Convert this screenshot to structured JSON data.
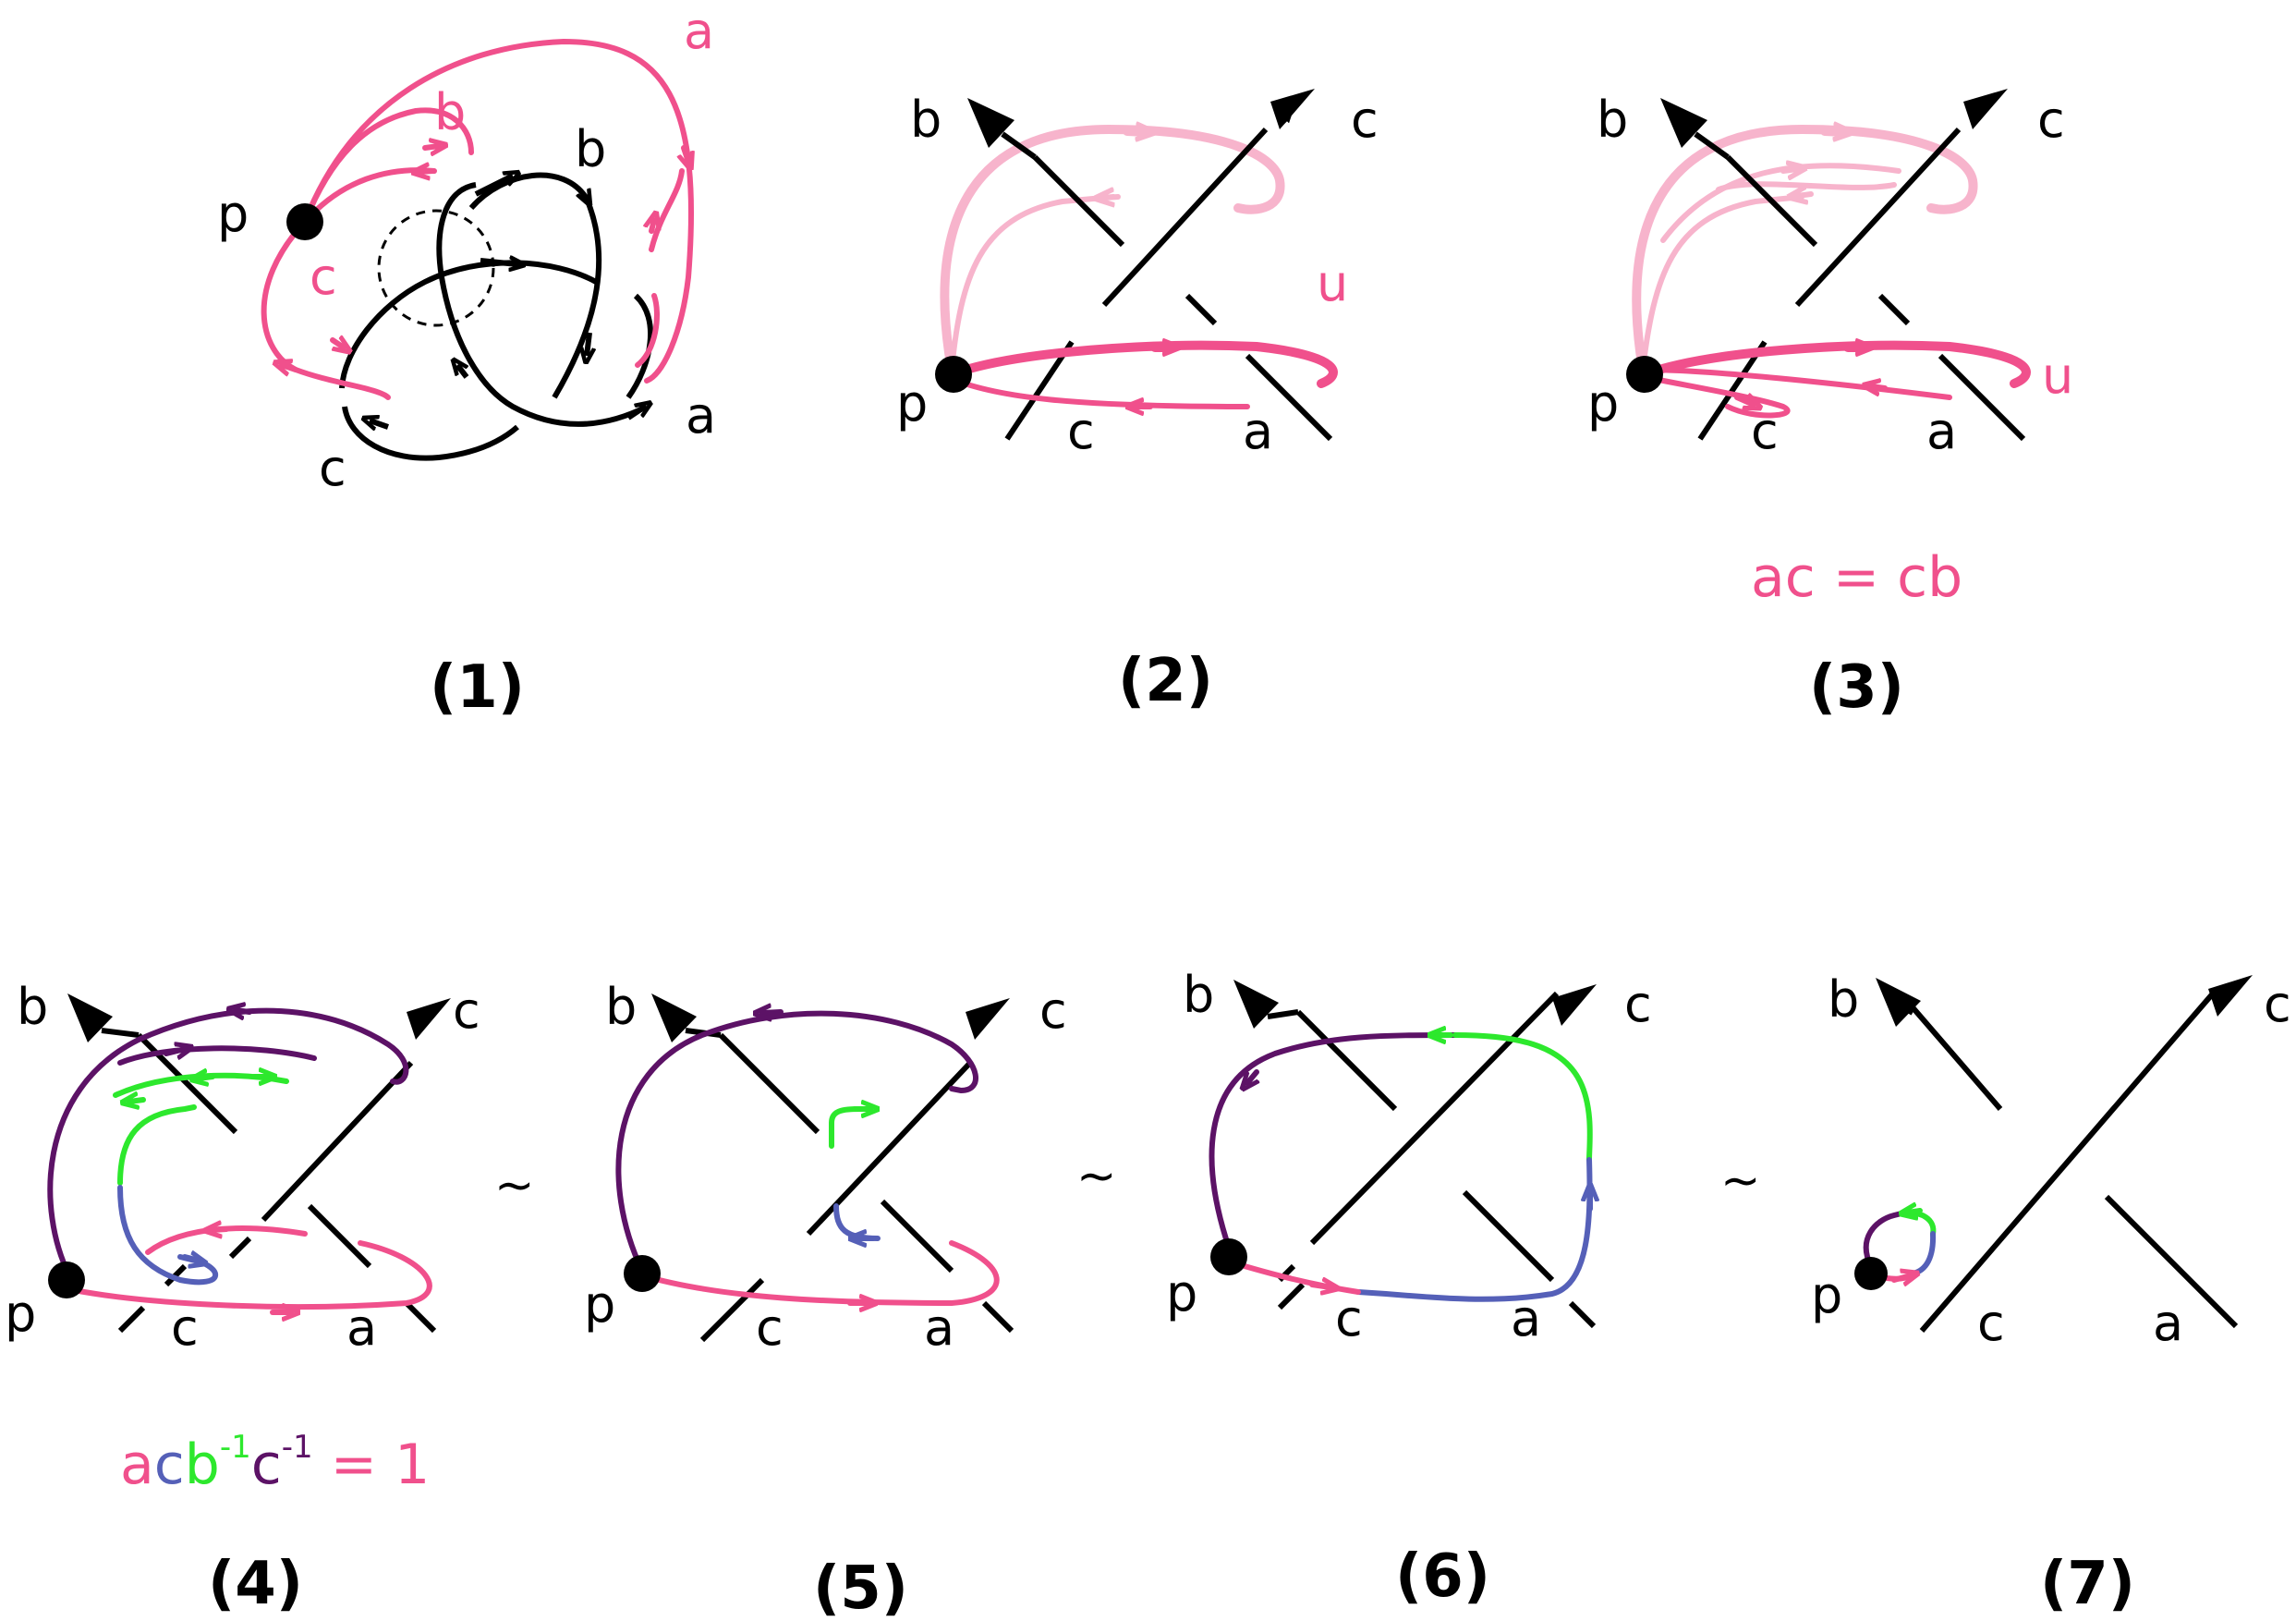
{
  "panels": [
    {
      "number": "(1)",
      "labels": {
        "a": "a",
        "b": "b",
        "c": "c",
        "pa": "a",
        "pb": "b",
        "pc": "c",
        "p": "p"
      }
    },
    {
      "number": "(2)",
      "labels": {
        "a": "a",
        "b": "b",
        "c": "c",
        "p": "p",
        "u": "u"
      }
    },
    {
      "number": "(3)",
      "labels": {
        "a": "a",
        "b": "b",
        "c": "c",
        "p": "p",
        "u": "u"
      },
      "relation": "ac = cb"
    },
    {
      "number": "(4)",
      "labels": {
        "a": "a",
        "b": "b",
        "c": "c",
        "p": "p"
      },
      "relation": {
        "t1": "a",
        "t2": "c",
        "t3": "b",
        "t4": "-1",
        "t5": "c",
        "t6": "-1",
        "t7": " = 1"
      }
    },
    {
      "number": "(5)",
      "labels": {
        "a": "a",
        "b": "b",
        "c": "c",
        "p": "p"
      }
    },
    {
      "number": "(6)",
      "labels": {
        "a": "a",
        "b": "b",
        "c": "c",
        "p": "p"
      }
    },
    {
      "number": "(7)",
      "labels": {
        "a": "a",
        "b": "b",
        "c": "c",
        "p": "p"
      }
    }
  ],
  "tilde": "~",
  "colors": {
    "black": "#000000",
    "pink": "#f0508c",
    "light_pink": "#f7b4cc",
    "purple": "#5c1266",
    "green": "#2de82d",
    "blue": "#5560b8"
  }
}
